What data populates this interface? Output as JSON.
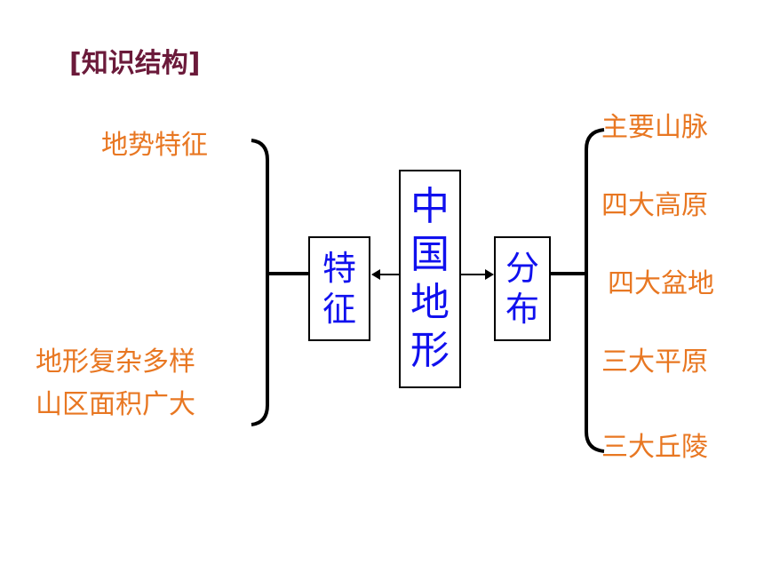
{
  "heading": "[知识结构]",
  "center_box": {
    "chars": [
      "中",
      "国",
      "地",
      "形"
    ]
  },
  "left_box": {
    "chars": [
      "特",
      "征"
    ]
  },
  "right_box": {
    "chars": [
      "分",
      "布"
    ]
  },
  "left_items": {
    "top": "地势特征",
    "bottom_line1": "地形复杂多样",
    "bottom_line2": "山区面积广大"
  },
  "right_items": [
    "主要山脉",
    "四大高原",
    "四大盆地",
    "三大平原",
    "三大丘陵"
  ],
  "colors": {
    "heading": "#6b1a3a",
    "label": "#e87722",
    "box_text": "#1010ee",
    "line": "#000000"
  }
}
